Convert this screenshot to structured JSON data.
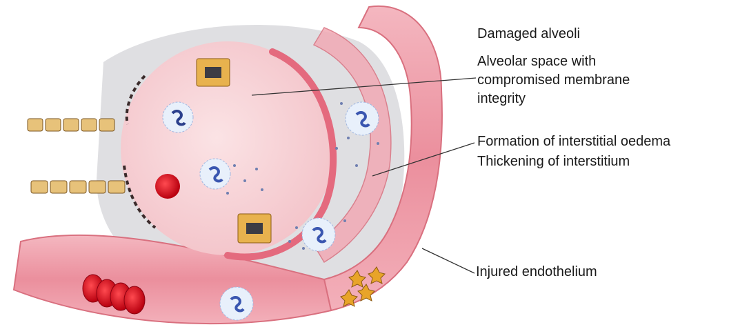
{
  "labels": {
    "damaged_alveoli": "Damaged alveoli",
    "alveolar_space_1": "Alveolar space with",
    "alveolar_space_2": "compromised membrane",
    "alveolar_space_3": "integrity",
    "interstitial_1": "Formation of interstitial oedema",
    "interstitial_2": "Thickening of interstitium",
    "endothelium": "Injured endothelium"
  },
  "colors": {
    "alveolus_fill": "#f6cfd3",
    "alveolus_wall": "#e06a7c",
    "interstitium": "#d9d9dc",
    "vessel": "#ee9aa6",
    "vessel_dark": "#c45266",
    "rbc": "#d8141f",
    "leader": "#333333"
  },
  "icons": [
    "neutrophil-icon",
    "red-blood-cell-icon",
    "macrophage-icon",
    "platelet-icon",
    "epithelial-cell-icon"
  ]
}
